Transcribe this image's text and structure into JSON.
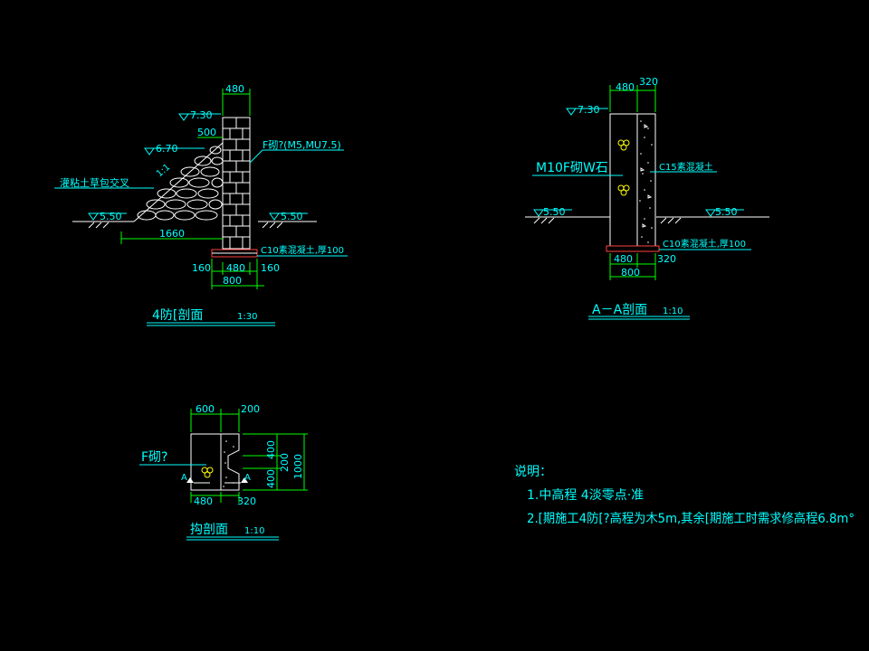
{
  "section_left": {
    "title": "4防[剖面",
    "scale": "1:30",
    "elev_top": "7.30",
    "elev_mid": "6.70",
    "elev_left": "5.50",
    "elev_right": "5.50",
    "dim_top": "480",
    "dim_500": "500",
    "dim_1660": "1660",
    "dim_160a": "160",
    "dim_480": "480",
    "dim_160b": "160",
    "dim_800": "800",
    "slope": "1:1",
    "note_fill": "灌粘土草包交叉",
    "note_wall": "F砌?(M5,MU7.5)",
    "note_base": "C10素混凝土,厚100"
  },
  "section_aa": {
    "title": "A－A剖面",
    "scale": "1:10",
    "elev_top": "7.30",
    "elev_left": "5.50",
    "elev_right": "5.50",
    "dim_480": "480",
    "dim_320": "320",
    "dim_480b": "480",
    "dim_320b": "320",
    "dim_800": "800",
    "note_stone": "M10F砌W石",
    "note_c15": "C15素混凝土",
    "note_base": "C10素混凝土,厚100"
  },
  "plan": {
    "title": "抅剖面",
    "scale": "1:10",
    "dim_600": "600",
    "dim_200": "200",
    "dim_480": "480",
    "dim_320": "320",
    "dim_v400a": "400",
    "dim_v200": "200",
    "dim_v400b": "400",
    "dim_v1000": "1000",
    "label_a1": "A",
    "label_a2": "A",
    "note_wall": "F砌?"
  },
  "notes": {
    "heading": "说明：",
    "line1": "1.中高程 4淡零点·准",
    "line2": "2.[期施工4防[?高程为木5m,其余[期施工时需求修高程6.8m°"
  }
}
